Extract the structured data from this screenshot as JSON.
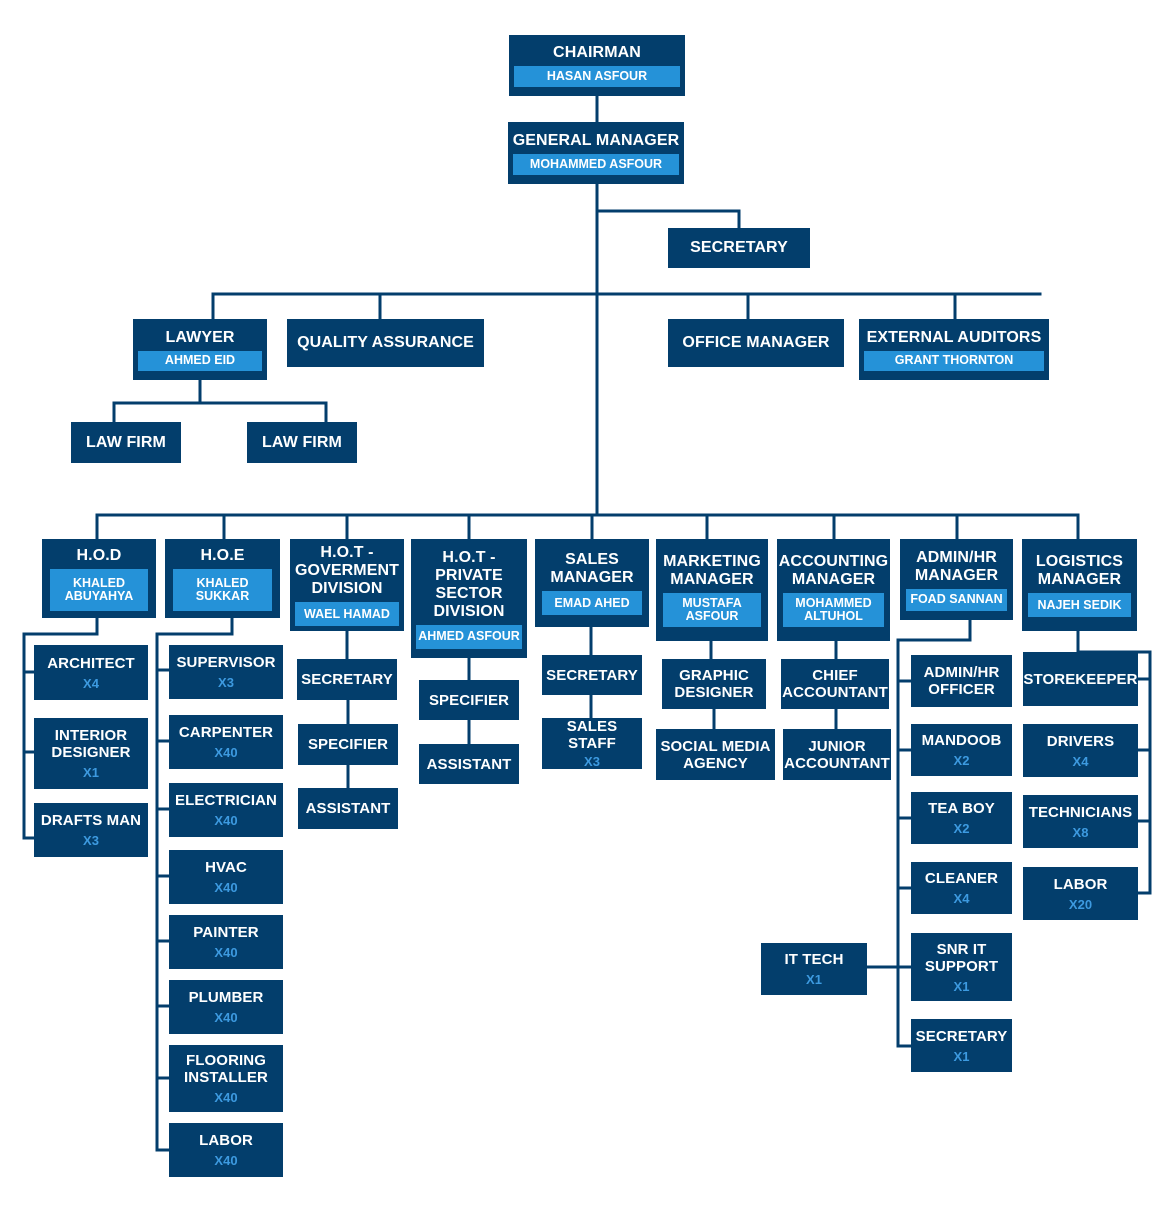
{
  "chairman": {
    "title": "CHAIRMAN",
    "name": "HASAN ASFOUR"
  },
  "gm": {
    "title": "GENERAL MANAGER",
    "name": "MOHAMMED ASFOUR"
  },
  "secretary_top": "SECRETARY",
  "lawyer": {
    "title": "LAWYER",
    "name": "AHMED EID"
  },
  "quality": "QUALITY ASSURANCE",
  "office_manager": "OFFICE MANAGER",
  "auditors": {
    "title": "EXTERNAL AUDITORS",
    "name": "GRANT THORNTON"
  },
  "law_firm_1": "LAW FIRM",
  "law_firm_2": "LAW FIRM",
  "hod": {
    "title": "H.O.D",
    "name": [
      "KHALED",
      "ABUYAHYA"
    ],
    "staff": [
      {
        "title": [
          "ARCHITECT"
        ],
        "count": "X4"
      },
      {
        "title": [
          "INTERIOR",
          "DESIGNER"
        ],
        "count": "X1"
      },
      {
        "title": [
          "DRAFTS MAN"
        ],
        "count": "X3"
      }
    ]
  },
  "hoe": {
    "title": "H.O.E",
    "name": [
      "KHALED",
      "SUKKAR"
    ],
    "staff": [
      {
        "title": [
          "SUPERVISOR"
        ],
        "count": "X3"
      },
      {
        "title": [
          "CARPENTER"
        ],
        "count": "X40"
      },
      {
        "title": [
          "ELECTRICIAN"
        ],
        "count": "X40"
      },
      {
        "title": [
          "HVAC"
        ],
        "count": "X40"
      },
      {
        "title": [
          "PAINTER"
        ],
        "count": "X40"
      },
      {
        "title": [
          "PLUMBER"
        ],
        "count": "X40"
      },
      {
        "title": [
          "FLOORING",
          "INSTALLER"
        ],
        "count": "X40"
      },
      {
        "title": [
          "LABOR"
        ],
        "count": "X40"
      }
    ]
  },
  "hot_gov": {
    "title": [
      "H.O.T -",
      "GOVERMENT",
      "DIVISION"
    ],
    "name": "WAEL HAMAD",
    "staff": [
      "SECRETARY",
      "SPECIFIER",
      "ASSISTANT"
    ]
  },
  "hot_private": {
    "title": [
      "H.O.T -",
      "PRIVATE",
      "SECTOR",
      "DIVISION"
    ],
    "name": "AHMED ASFOUR",
    "staff": [
      "SPECIFIER",
      "ASSISTANT"
    ]
  },
  "sales": {
    "title": [
      "SALES",
      "MANAGER"
    ],
    "name": "EMAD AHED",
    "staff": [
      {
        "title": [
          "SECRETARY"
        ],
        "count": ""
      },
      {
        "title": [
          "SALES STAFF"
        ],
        "count": "X3"
      }
    ]
  },
  "marketing": {
    "title": [
      "MARKETING",
      "MANAGER"
    ],
    "name": [
      "MUSTAFA",
      "ASFOUR"
    ],
    "staff": [
      [
        "GRAPHIC",
        "DESIGNER"
      ],
      [
        "SOCIAL MEDIA",
        "AGENCY"
      ]
    ]
  },
  "accounting": {
    "title": [
      "ACCOUNTING",
      "MANAGER"
    ],
    "name": [
      "MOHAMMED",
      "ALTUHOL"
    ],
    "staff": [
      [
        "CHIEF",
        "ACCOUNTANT"
      ],
      [
        "JUNIOR",
        "ACCOUNTANT"
      ]
    ]
  },
  "admin": {
    "title": [
      "ADMIN/HR",
      "MANAGER"
    ],
    "name": "FOAD SANNAN",
    "staff": [
      {
        "title": [
          "ADMIN/HR",
          "OFFICER"
        ],
        "count": ""
      },
      {
        "title": [
          "MANDOOB"
        ],
        "count": "X2"
      },
      {
        "title": [
          "TEA BOY"
        ],
        "count": "X2"
      },
      {
        "title": [
          "CLEANER"
        ],
        "count": "X4"
      },
      {
        "title": [
          "SNR IT",
          "SUPPORT"
        ],
        "count": "X1"
      },
      {
        "title": [
          "SECRETARY"
        ],
        "count": "X1"
      }
    ]
  },
  "it_tech": {
    "title": "IT TECH",
    "count": "X1"
  },
  "logistics": {
    "title": [
      "LOGISTICS",
      "MANAGER"
    ],
    "name": "NAJEH SEDIK",
    "staff": [
      {
        "title": [
          "STOREKEEPER"
        ],
        "count": ""
      },
      {
        "title": [
          "DRIVERS"
        ],
        "count": "X4"
      },
      {
        "title": [
          "TECHNICIANS"
        ],
        "count": "X8"
      },
      {
        "title": [
          "LABOR"
        ],
        "count": "X20"
      }
    ]
  },
  "colors": {
    "box": "#033e6c",
    "name_bar": "#2592d8",
    "count_text": "#3d9ae0",
    "line": "#033e6c"
  }
}
